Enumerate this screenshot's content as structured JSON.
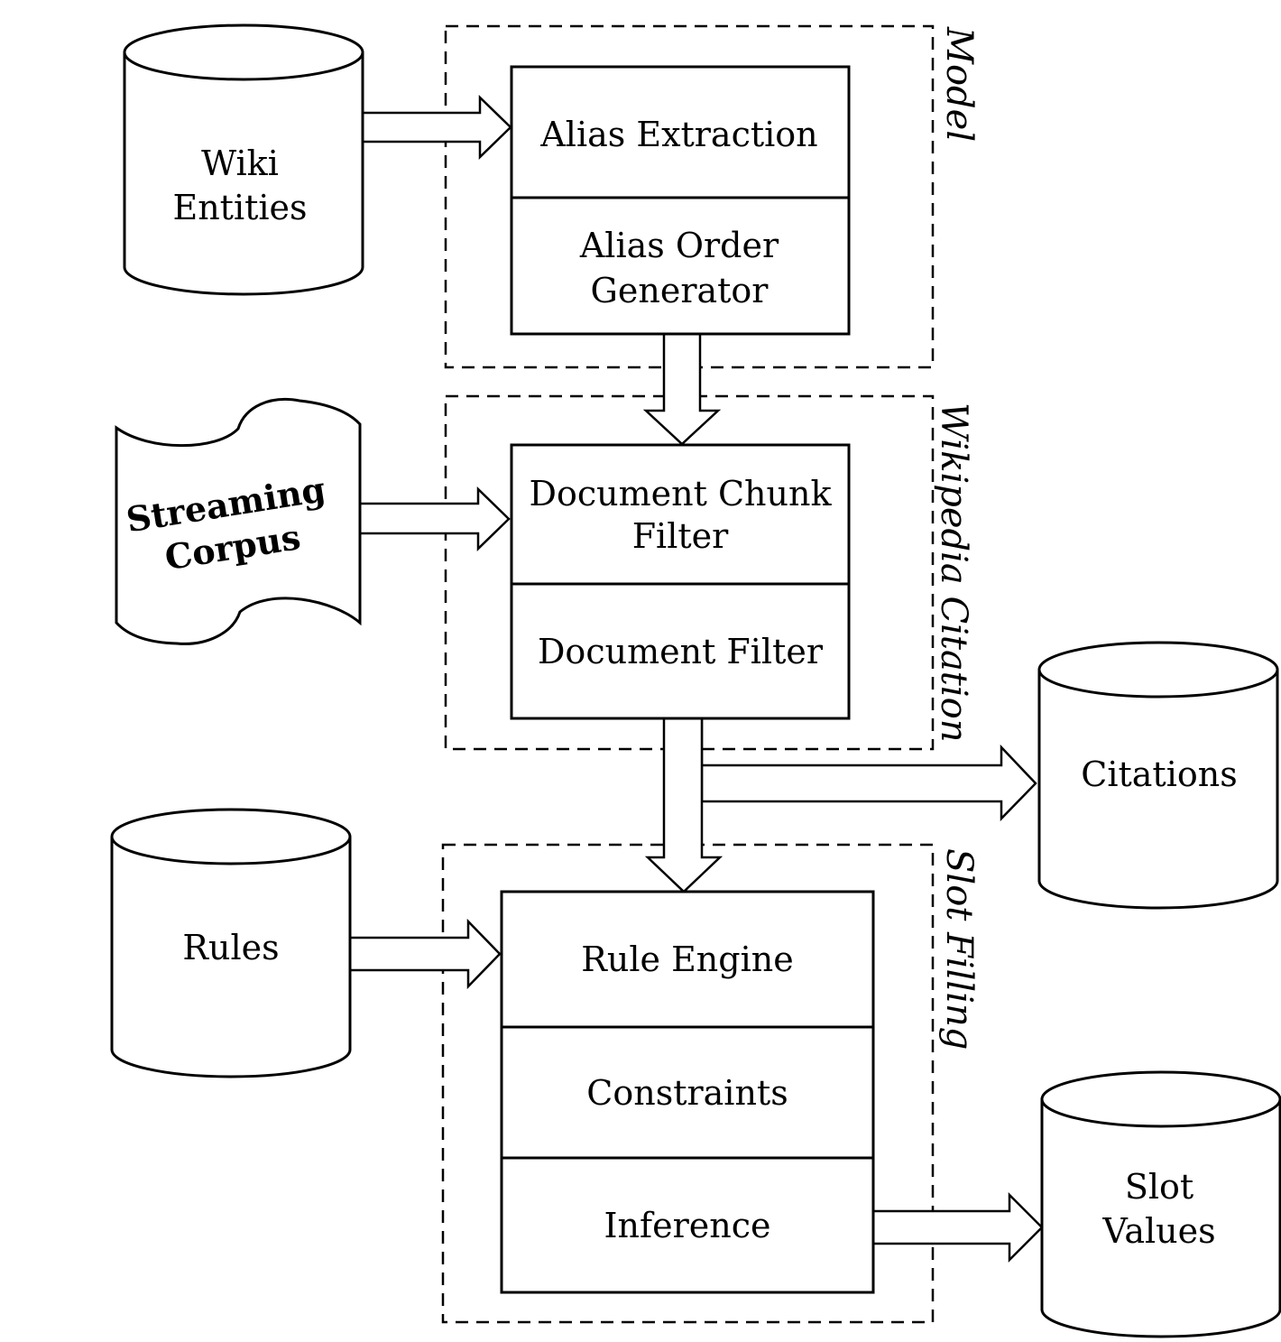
{
  "datastores": {
    "wiki_entities": [
      "Wiki",
      "Entities"
    ],
    "streaming_corpus": [
      "Streaming",
      "Corpus"
    ],
    "rules": [
      "Rules"
    ],
    "citations": [
      "Citations"
    ],
    "slot_values": [
      "Slot",
      "Values"
    ]
  },
  "groups": {
    "model": {
      "title": "Model",
      "stages": {
        "alias_extraction": [
          "Alias Extraction"
        ],
        "alias_order_generator": [
          "Alias Order",
          "Generator"
        ]
      }
    },
    "wikipedia_citation": {
      "title": "Wikipedia Citation",
      "stages": {
        "document_chunk_filter": [
          "Document Chunk",
          "Filter"
        ],
        "document_filter": [
          "Document Filter"
        ]
      }
    },
    "slot_filling": {
      "title": "Slot Filling",
      "stages": {
        "rule_engine": [
          "Rule Engine"
        ],
        "constraints": [
          "Constraints"
        ],
        "inference": [
          "Inference"
        ]
      }
    }
  }
}
